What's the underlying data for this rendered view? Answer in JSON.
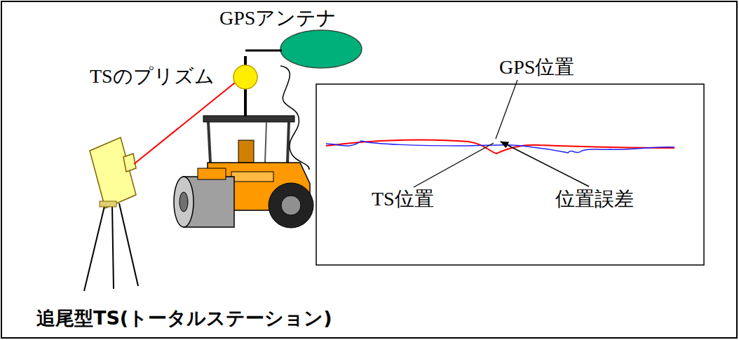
{
  "diagram": {
    "labels": [
      "GPSアンテナ",
      "TSのプリズム",
      "GPS位置",
      "TS位置",
      "位置誤差",
      "追尾型TS(トータルステーション)"
    ]
  }
}
